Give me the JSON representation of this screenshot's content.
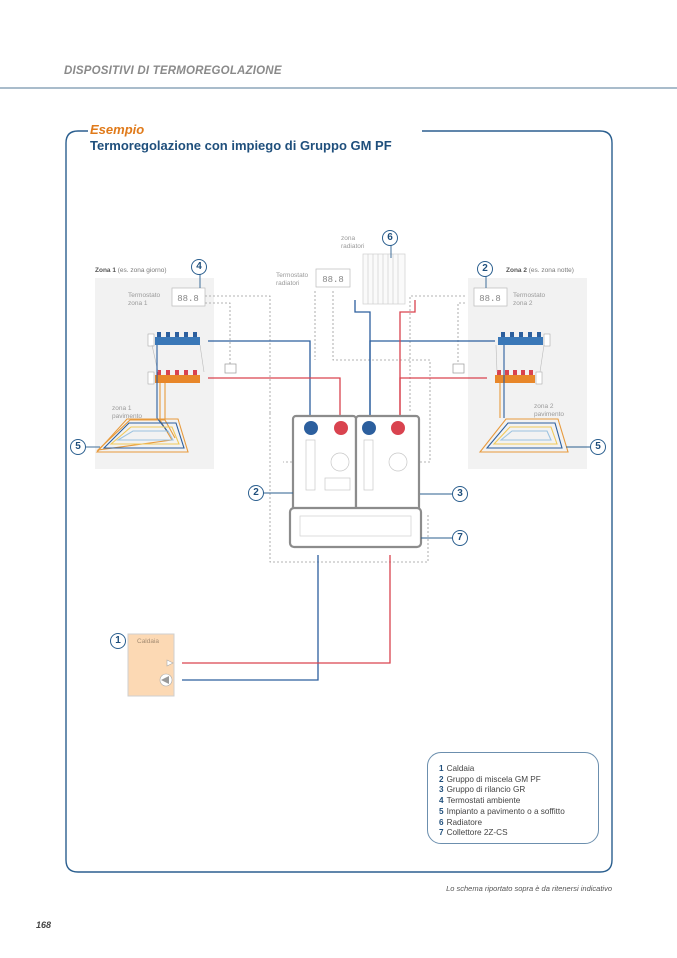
{
  "header": {
    "section_title": "DISPOSITIVI DI TERMOREGOLAZIONE"
  },
  "example": {
    "label": "Esempio",
    "title": "Termoregolazione con impiego di Gruppo GM PF"
  },
  "diagram": {
    "zone1": {
      "title_bold": "Zona 1",
      "title_rest": " (es. zona giorno)",
      "thermostat": [
        "Termostato",
        "zona 1"
      ],
      "floor": [
        "zona 1",
        "pavimento"
      ]
    },
    "zone2": {
      "title_bold": "Zona 2",
      "title_rest": " (es. zona notte)",
      "thermostat": [
        "Termostato",
        "zona 2"
      ],
      "floor": [
        "zona 2",
        "pavimento"
      ]
    },
    "radiator_zone": [
      "zona",
      "radiatori"
    ],
    "radiator_thermostat": [
      "Termostato",
      "radiatori"
    ],
    "thermostat_display": "88.8",
    "boiler_label": "Caldaia",
    "badges": {
      "boiler": "1",
      "gm_pf": "2",
      "gr": "3",
      "thermostat_zone1": "4",
      "thermostat_zone2": "2",
      "floor_left": "5",
      "floor_right": "5",
      "radiator": "6",
      "collector": "7"
    },
    "colors": {
      "hot": "#d9434f",
      "cold": "#2c5f9e",
      "floor_orange": "#e89a3c",
      "floor_yellow": "#f0c95a",
      "floor_lightblue": "#9cc3e0",
      "boiler_fill": "#fcd9b4",
      "frame": "#2b5f8f"
    }
  },
  "legend": {
    "items": [
      {
        "num": "1",
        "text": "Caldaia"
      },
      {
        "num": "2",
        "text": "Gruppo di miscela GM PF"
      },
      {
        "num": "3",
        "text": "Gruppo di rilancio GR"
      },
      {
        "num": "4",
        "text": "Termostati ambiente"
      },
      {
        "num": "5",
        "text": "Impianto a pavimento o a soffitto"
      },
      {
        "num": "6",
        "text": "Radiatore"
      },
      {
        "num": "7",
        "text": "Collettore 2Z-CS"
      }
    ]
  },
  "footer": {
    "note": "Lo schema riportato sopra è da ritenersi indicativo",
    "page_number": "168"
  }
}
